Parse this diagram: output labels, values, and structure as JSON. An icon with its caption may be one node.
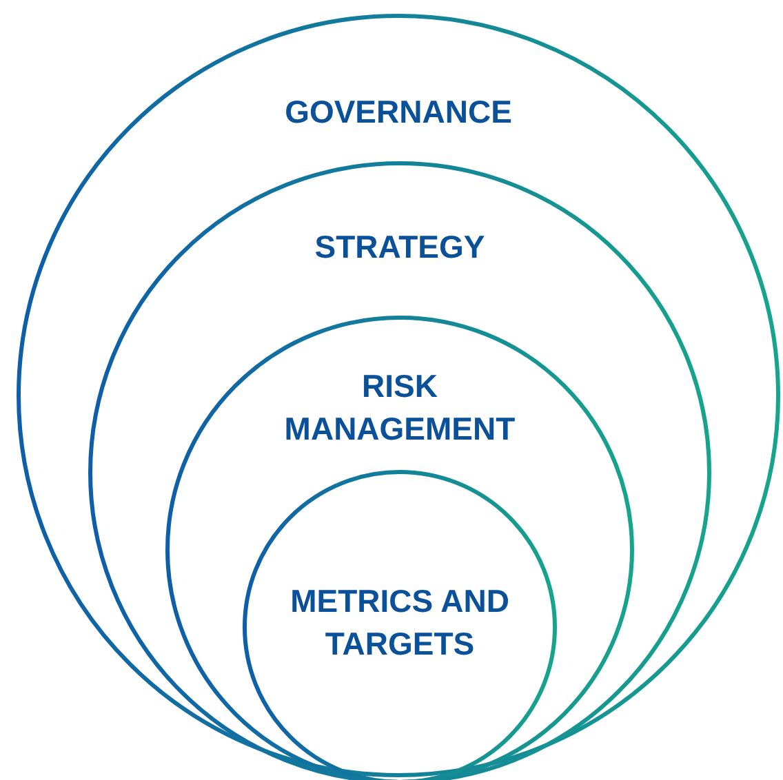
{
  "diagram": {
    "nodes": [
      {
        "text": [
          "GOVERNANCE"
        ]
      },
      {
        "text": [
          "STRATEGY"
        ],
        "in": 0
      },
      {
        "text": [
          "RISK MANAGEMENT"
        ],
        "in": 1
      },
      {
        "text": [
          "METRICS AND TARGETS"
        ],
        "in": 2
      }
    ]
  }
}
